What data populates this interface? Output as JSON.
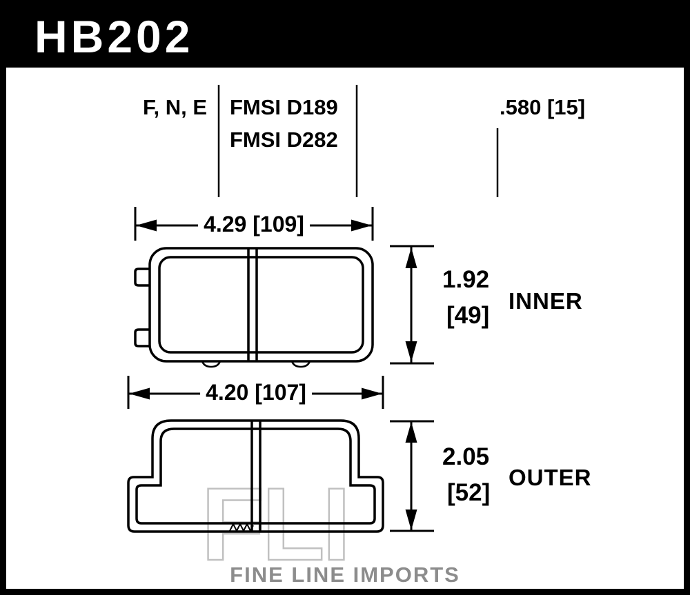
{
  "header": {
    "part_number": "HB202"
  },
  "spec": {
    "compounds": "F, N, E",
    "fmsi": [
      "FMSI D189",
      "FMSI D282"
    ],
    "pad_thickness": ".580 [15]"
  },
  "pads": [
    {
      "position": "INNER",
      "width": "4.29 [109]",
      "height_in": "1.92",
      "height_mm": "[49]"
    },
    {
      "position": "OUTER",
      "width": "4.20 [107]",
      "height_in": "2.05",
      "height_mm": "[52]"
    }
  ],
  "watermark": {
    "logo": "FLI",
    "company": "FINE LINE IMPORTS"
  },
  "colors": {
    "frame": "#000000",
    "line": "#000000",
    "watermark_logo": "#c0c0c0",
    "watermark_text": "#8c8c8c"
  }
}
